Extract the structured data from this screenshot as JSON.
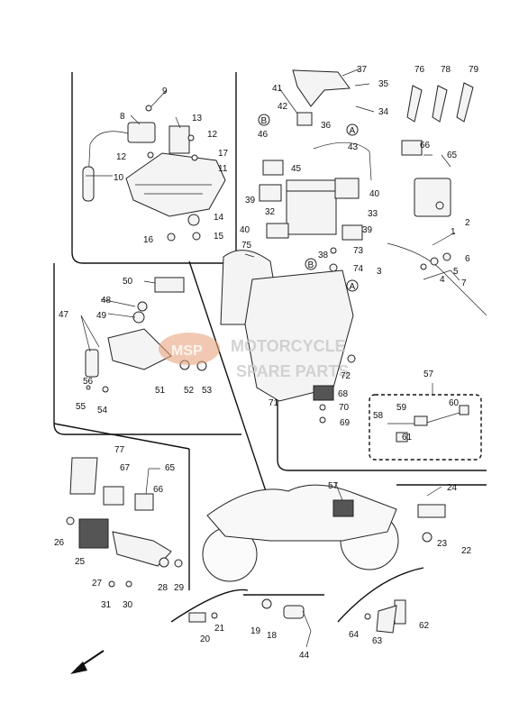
{
  "diagram": {
    "callouts": [
      {
        "id": "n1",
        "text": "1"
      },
      {
        "id": "n2",
        "text": "2"
      },
      {
        "id": "n3",
        "text": "3"
      },
      {
        "id": "n4",
        "text": "4"
      },
      {
        "id": "n5",
        "text": "5"
      },
      {
        "id": "n6",
        "text": "6"
      },
      {
        "id": "n7",
        "text": "7"
      },
      {
        "id": "n8",
        "text": "8"
      },
      {
        "id": "n9",
        "text": "9"
      },
      {
        "id": "n10",
        "text": "10"
      },
      {
        "id": "n11",
        "text": "11"
      },
      {
        "id": "n12a",
        "text": "12"
      },
      {
        "id": "n12b",
        "text": "12"
      },
      {
        "id": "n13",
        "text": "13"
      },
      {
        "id": "n14",
        "text": "14"
      },
      {
        "id": "n15",
        "text": "15"
      },
      {
        "id": "n16",
        "text": "16"
      },
      {
        "id": "n17",
        "text": "17"
      },
      {
        "id": "n18",
        "text": "18"
      },
      {
        "id": "n19",
        "text": "19"
      },
      {
        "id": "n20",
        "text": "20"
      },
      {
        "id": "n21",
        "text": "21"
      },
      {
        "id": "n22",
        "text": "22"
      },
      {
        "id": "n23",
        "text": "23"
      },
      {
        "id": "n24",
        "text": "24"
      },
      {
        "id": "n25",
        "text": "25"
      },
      {
        "id": "n26",
        "text": "26"
      },
      {
        "id": "n27",
        "text": "27"
      },
      {
        "id": "n28",
        "text": "28"
      },
      {
        "id": "n29",
        "text": "29"
      },
      {
        "id": "n30",
        "text": "30"
      },
      {
        "id": "n31",
        "text": "31"
      },
      {
        "id": "n32",
        "text": "32"
      },
      {
        "id": "n33",
        "text": "33"
      },
      {
        "id": "n34",
        "text": "34"
      },
      {
        "id": "n35",
        "text": "35"
      },
      {
        "id": "n36",
        "text": "36"
      },
      {
        "id": "n37",
        "text": "37"
      },
      {
        "id": "n38",
        "text": "38"
      },
      {
        "id": "n39a",
        "text": "39"
      },
      {
        "id": "n39b",
        "text": "39"
      },
      {
        "id": "n40a",
        "text": "40"
      },
      {
        "id": "n40b",
        "text": "40"
      },
      {
        "id": "n41",
        "text": "41"
      },
      {
        "id": "n42",
        "text": "42"
      },
      {
        "id": "n43",
        "text": "43"
      },
      {
        "id": "n44",
        "text": "44"
      },
      {
        "id": "n45",
        "text": "45"
      },
      {
        "id": "n46",
        "text": "46"
      },
      {
        "id": "n47",
        "text": "47"
      },
      {
        "id": "n48",
        "text": "48"
      },
      {
        "id": "n49",
        "text": "49"
      },
      {
        "id": "n50",
        "text": "50"
      },
      {
        "id": "n51",
        "text": "51"
      },
      {
        "id": "n52",
        "text": "52"
      },
      {
        "id": "n53",
        "text": "53"
      },
      {
        "id": "n54",
        "text": "54"
      },
      {
        "id": "n55",
        "text": "55"
      },
      {
        "id": "n56",
        "text": "56"
      },
      {
        "id": "n57a",
        "text": "57"
      },
      {
        "id": "n57b",
        "text": "57"
      },
      {
        "id": "n58",
        "text": "58"
      },
      {
        "id": "n59",
        "text": "59"
      },
      {
        "id": "n60",
        "text": "60"
      },
      {
        "id": "n61",
        "text": "61"
      },
      {
        "id": "n62",
        "text": "62"
      },
      {
        "id": "n63",
        "text": "63"
      },
      {
        "id": "n64",
        "text": "64"
      },
      {
        "id": "n65a",
        "text": "65"
      },
      {
        "id": "n65b",
        "text": "65"
      },
      {
        "id": "n66a",
        "text": "66"
      },
      {
        "id": "n66b",
        "text": "66"
      },
      {
        "id": "n67",
        "text": "67"
      },
      {
        "id": "n68",
        "text": "68"
      },
      {
        "id": "n69",
        "text": "69"
      },
      {
        "id": "n70",
        "text": "70"
      },
      {
        "id": "n71",
        "text": "71"
      },
      {
        "id": "n72",
        "text": "72"
      },
      {
        "id": "n73",
        "text": "73"
      },
      {
        "id": "n74",
        "text": "74"
      },
      {
        "id": "n75",
        "text": "75"
      },
      {
        "id": "n76",
        "text": "76"
      },
      {
        "id": "n77",
        "text": "77"
      },
      {
        "id": "n78",
        "text": "78"
      },
      {
        "id": "n79",
        "text": "79"
      }
    ],
    "reference_marks": [
      {
        "id": "refA1",
        "text": "A"
      },
      {
        "id": "refB1",
        "text": "B"
      },
      {
        "id": "refA2",
        "text": "A"
      },
      {
        "id": "refB2",
        "text": "B"
      }
    ],
    "watermark": {
      "line1": "MOTORCYCLE",
      "line2": "SPARE PARTS",
      "badge": "MSP"
    },
    "colors": {
      "line": "#222222",
      "watermark": "#c9c9c9",
      "watermark_badge": "#e8a580"
    }
  }
}
